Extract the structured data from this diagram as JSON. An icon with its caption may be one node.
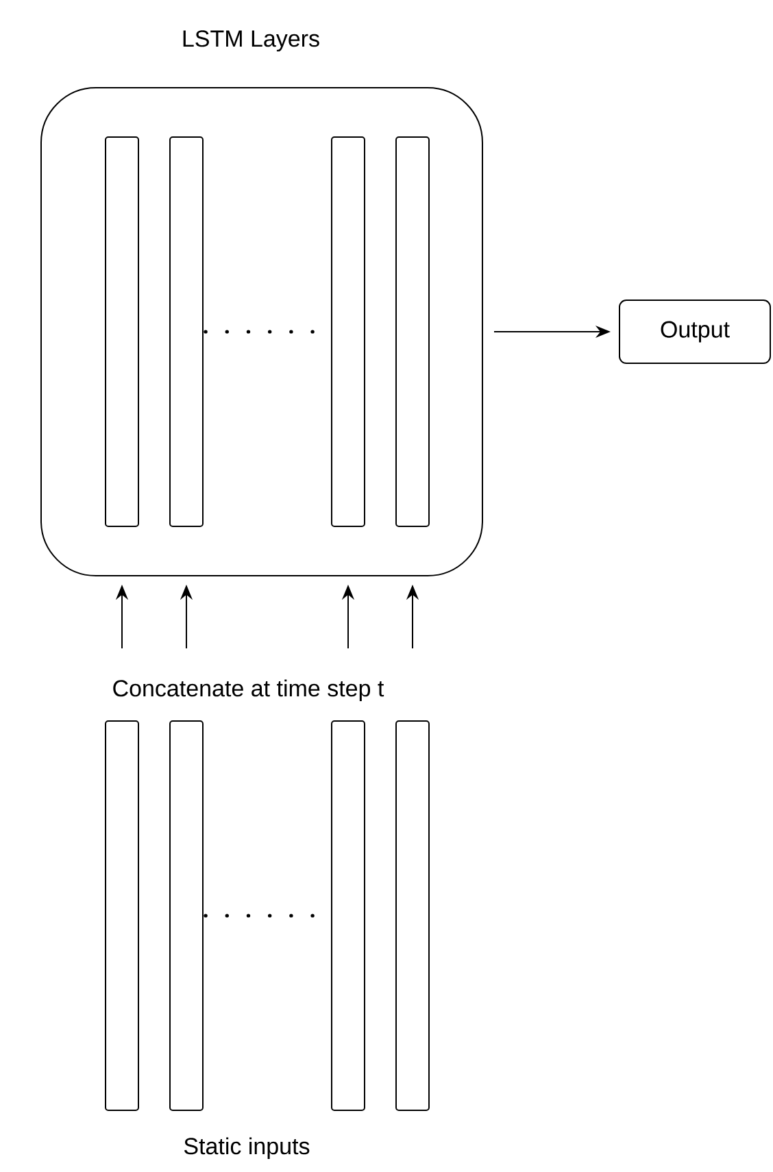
{
  "diagram": {
    "nodes": [
      {
        "text": [
          "LSTM Layers"
        ]
      },
      {
        "text": [],
        "shape": "bar",
        "in": 0
      },
      {
        "text": [],
        "shape": "bar",
        "in": 0
      },
      {
        "text": [],
        "shape": "bar",
        "in": 0
      },
      {
        "text": [],
        "shape": "bar",
        "in": 0
      },
      {
        "text": [
          "Output"
        ]
      },
      {
        "text": [],
        "shape": "bar"
      },
      {
        "text": [],
        "shape": "bar"
      },
      {
        "text": [],
        "shape": "bar"
      },
      {
        "text": [],
        "shape": "bar"
      }
    ],
    "edges": [
      {
        "from": 0,
        "to": 5,
        "arrow": "to"
      },
      {
        "from": null,
        "to": 0,
        "arrow": "to"
      },
      {
        "from": null,
        "to": 0,
        "arrow": "to"
      },
      {
        "from": null,
        "to": 0,
        "arrow": "to"
      },
      {
        "from": null,
        "to": 0,
        "arrow": "to"
      }
    ],
    "labels": [
      "Concatenate at time step t",
      "Static inputs"
    ]
  }
}
